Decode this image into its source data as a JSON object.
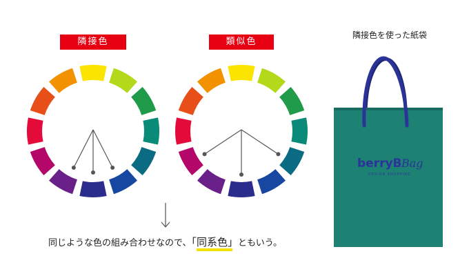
{
  "labels": {
    "adjacent": "隣接色",
    "analogous": "類似色",
    "bag_caption": "隣接色を使った紙袋"
  },
  "wheel": {
    "colors": [
      "#fbe400",
      "#b4d81a",
      "#1f9b4a",
      "#0a8a78",
      "#0a6b82",
      "#1747a0",
      "#2a2d8c",
      "#6a2089",
      "#b3086a",
      "#e40b3a",
      "#e84e17",
      "#f39200"
    ]
  },
  "bag": {
    "color": "#1d8173",
    "handle_color": "#2b3399",
    "logo_color": "#2b3399",
    "brand_main": "berryB",
    "brand_script": "Bag",
    "brand_tagline": "DESIGN SHOPPING"
  },
  "bottom": {
    "text_before": "同じような色の組み合わせなので、",
    "highlight": "「同系色」",
    "text_after": "ともいう。",
    "highlight_color": "#f5e100"
  }
}
